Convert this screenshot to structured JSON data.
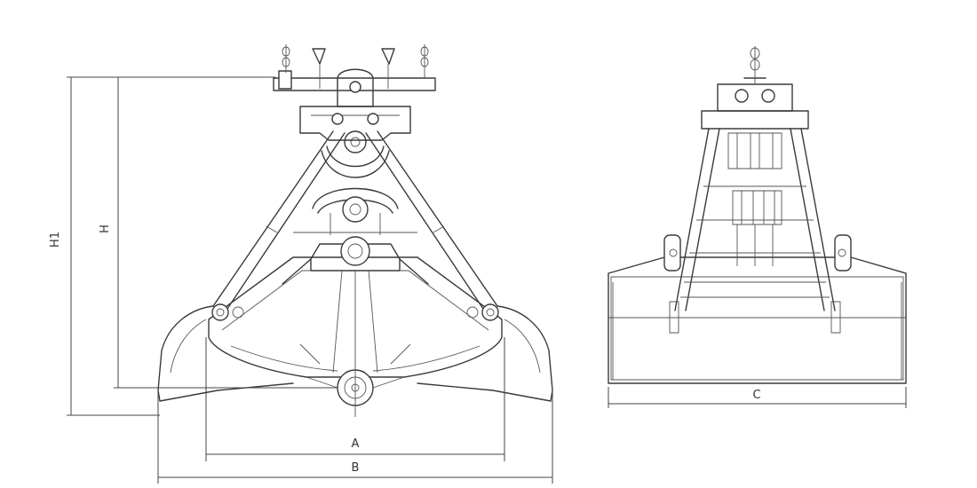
{
  "dimensions": {
    "H1": "H1",
    "H": "H",
    "A": "A",
    "B": "B",
    "C": "C"
  },
  "colors": {
    "line": "#3a3a3a",
    "background": "#ffffff"
  }
}
